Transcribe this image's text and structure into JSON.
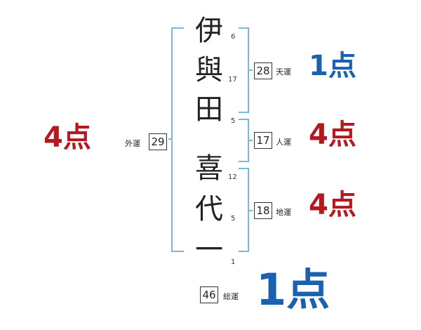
{
  "colors": {
    "bracket": "#7ab8d6",
    "score_red": "#b5191f",
    "score_blue": "#1a62b0",
    "text": "#222222"
  },
  "name": {
    "surname": [
      {
        "char": "伊",
        "strokes": "6"
      },
      {
        "char": "與",
        "strokes": "17"
      },
      {
        "char": "田",
        "strokes": "5"
      }
    ],
    "given": [
      {
        "char": "喜",
        "strokes": "12"
      },
      {
        "char": "代",
        "strokes": "5"
      },
      {
        "char": "一",
        "strokes": "1"
      }
    ]
  },
  "fortunes": {
    "tenkaku": {
      "value": "28",
      "label": "天運",
      "score": "1点",
      "color": "#1a62b0"
    },
    "jinkaku": {
      "value": "17",
      "label": "人運",
      "score": "4点",
      "color": "#b5191f"
    },
    "chikaku": {
      "value": "18",
      "label": "地運",
      "score": "4点",
      "color": "#b5191f"
    },
    "gaikaku": {
      "value": "29",
      "label": "外運",
      "score": "4点",
      "color": "#b5191f"
    },
    "soukaku": {
      "value": "46",
      "label": "総運",
      "score": "1点",
      "color": "#1a62b0"
    }
  }
}
